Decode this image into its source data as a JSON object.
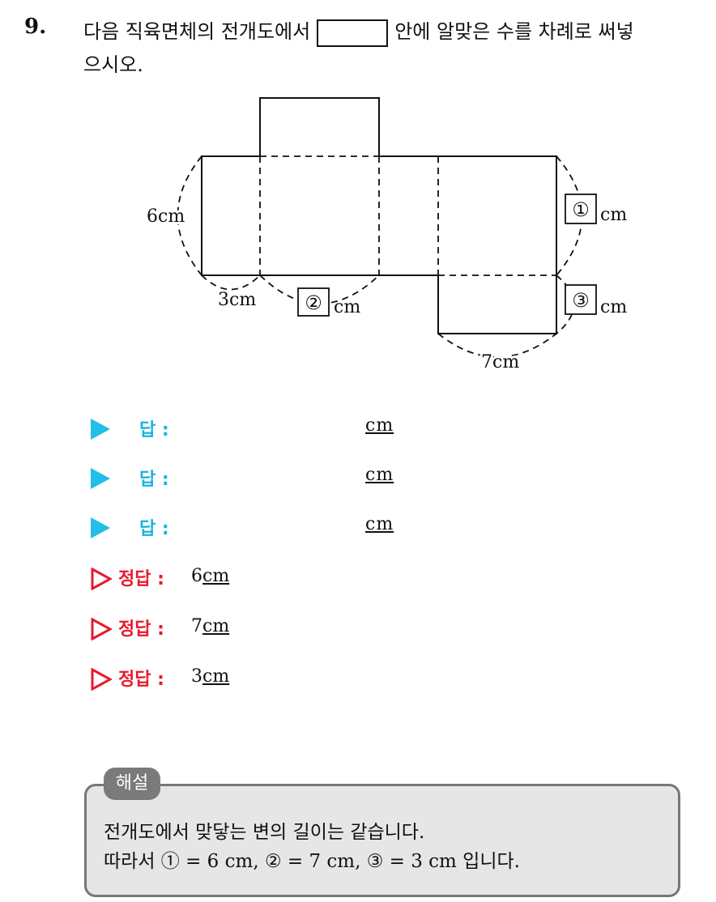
{
  "question": {
    "number": "9.",
    "text_before_box": "다음 직육면체의 전개도에서",
    "text_after_box": "안에 알맞은 수를 차례로 써넣",
    "text_line2": "으시오."
  },
  "figure": {
    "label_6": "6cm",
    "label_3": "3cm",
    "label_7": "7cm",
    "box1": "①",
    "box2": "②",
    "box3": "③",
    "unit": "cm"
  },
  "answer_rows": [
    {
      "label": "답 :",
      "unit": "cm"
    },
    {
      "label": "답 :",
      "unit": "cm"
    },
    {
      "label": "답 :",
      "unit": "cm"
    }
  ],
  "correct_answers": [
    {
      "label": "정답 :",
      "value": "6",
      "unit": "cm"
    },
    {
      "label": "정답 :",
      "value": "7",
      "unit": "cm"
    },
    {
      "label": "정답 :",
      "value": "3",
      "unit": "cm"
    }
  ],
  "explanation": {
    "tab": "해설",
    "line1": "전개도에서 맞닿는 변의 길이는 같습니다.",
    "line2": "따라서 ① = 6 cm, ② = 7 cm, ③ = 3 cm 입니다."
  },
  "colors": {
    "answer_marker": "#22bde9",
    "correct_marker": "#e8192c",
    "explanation_bg": "#e6e6e6"
  }
}
